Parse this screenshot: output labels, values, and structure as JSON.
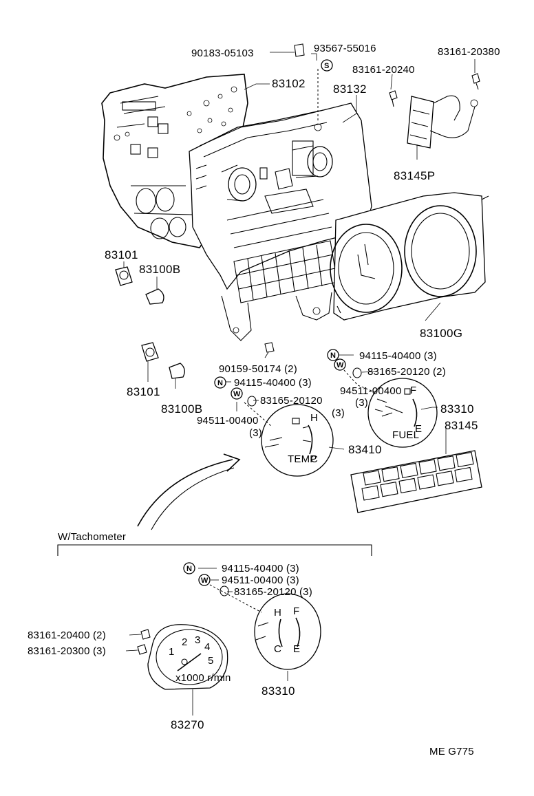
{
  "figure_code": "ME G775",
  "section_label": "W/Tachometer",
  "symbols": {
    "nut": "N",
    "washer": "W",
    "screw": "S"
  },
  "labels": {
    "p90183_05103": "90183-05103",
    "p93567_55016": "93567-55016",
    "p83161_20240": "83161-20240",
    "p83161_20380": "83161-20380",
    "p83102": "83102",
    "p83132": "83132",
    "p83145P": "83145P",
    "p83101_a": "83101",
    "p83100B_a": "83100B",
    "p83100G": "83100G",
    "p90159_50174": "90159-50174 (2)",
    "p94115_40400_a": "94115-40400 (3)",
    "p83165_20120_a": "83165-20120 (2)",
    "p94511_00400_a": "94511-00400",
    "p94511_00400_a_qty": "(3)",
    "p83310_a": "83310",
    "p83145": "83145",
    "p83101_b": "83101",
    "p83100B_b": "83100B",
    "p94115_40400_b": "94115-40400 (3)",
    "p83165_20120_b": "83165-20120",
    "p83165_20120_b_qty": "(3)",
    "p94511_00400_b": "94511-00400",
    "p94511_00400_b_qty": "(3)",
    "p83410": "83410",
    "p94115_40400_c": "94115-40400 (3)",
    "p94511_00400_c": "94511-00400 (3)",
    "p83165_20120_c": "83165-20120 (3)",
    "p83161_20400": "83161-20400 (2)",
    "p83161_20300": "83161-20300 (3)",
    "p83310_b": "83310",
    "p83270": "83270"
  },
  "gauge_marks": {
    "fuel_word": "FUEL",
    "fuel_f": "F",
    "fuel_e": "E",
    "temp_word": "TEMP",
    "temp_h": "H",
    "temp_c": "C",
    "tach_nums": [
      "1",
      "2",
      "3",
      "4",
      "5"
    ],
    "tach_unit": "x1000 r/min"
  }
}
